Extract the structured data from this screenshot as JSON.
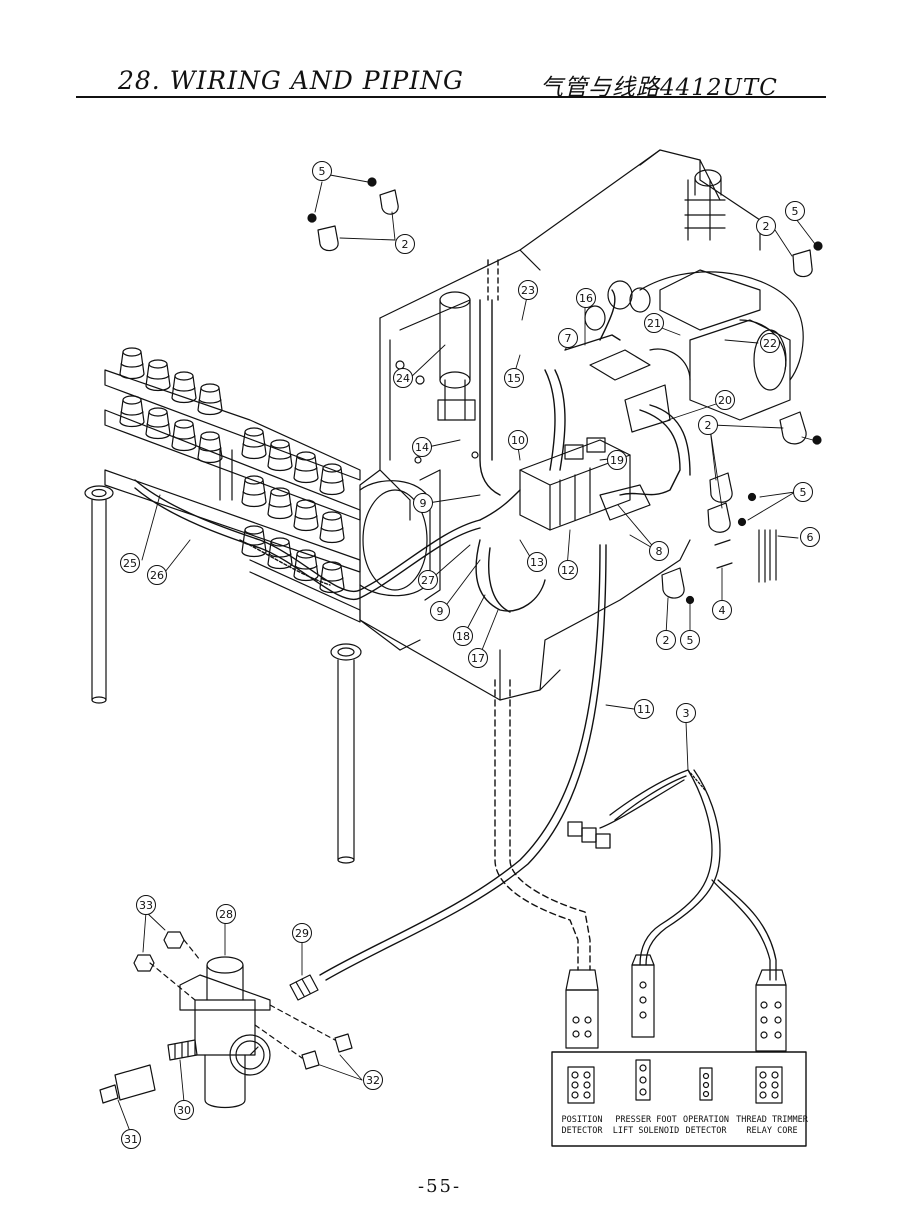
{
  "header": {
    "title_en": "28. WIRING AND PIPING",
    "title_zh": "气管与线路4412UTC"
  },
  "callouts": [
    {
      "id": "c5a",
      "label": "5"
    },
    {
      "id": "c2a",
      "label": "2"
    },
    {
      "id": "c2b",
      "label": "2"
    },
    {
      "id": "c5b",
      "label": "5"
    },
    {
      "id": "c23",
      "label": "23"
    },
    {
      "id": "c16",
      "label": "16"
    },
    {
      "id": "c7",
      "label": "7"
    },
    {
      "id": "c21",
      "label": "21"
    },
    {
      "id": "c22",
      "label": "22"
    },
    {
      "id": "c24",
      "label": "24"
    },
    {
      "id": "c15",
      "label": "15"
    },
    {
      "id": "c20",
      "label": "20"
    },
    {
      "id": "c14",
      "label": "14"
    },
    {
      "id": "c10",
      "label": "10"
    },
    {
      "id": "c19",
      "label": "19"
    },
    {
      "id": "c2c",
      "label": "2"
    },
    {
      "id": "c5c",
      "label": "5"
    },
    {
      "id": "c9a",
      "label": "9"
    },
    {
      "id": "c6",
      "label": "6"
    },
    {
      "id": "c8",
      "label": "8"
    },
    {
      "id": "c13",
      "label": "13"
    },
    {
      "id": "c12",
      "label": "12"
    },
    {
      "id": "c25",
      "label": "25"
    },
    {
      "id": "c26",
      "label": "26"
    },
    {
      "id": "c27",
      "label": "27"
    },
    {
      "id": "c9b",
      "label": "9"
    },
    {
      "id": "c4",
      "label": "4"
    },
    {
      "id": "c18",
      "label": "18"
    },
    {
      "id": "c17",
      "label": "17"
    },
    {
      "id": "c2d",
      "label": "2"
    },
    {
      "id": "c5d",
      "label": "5"
    },
    {
      "id": "c11",
      "label": "11"
    },
    {
      "id": "c3",
      "label": "3"
    },
    {
      "id": "c33",
      "label": "33"
    },
    {
      "id": "c28",
      "label": "28"
    },
    {
      "id": "c29",
      "label": "29"
    },
    {
      "id": "c32",
      "label": "32"
    },
    {
      "id": "c30",
      "label": "30"
    },
    {
      "id": "c31",
      "label": "31"
    }
  ],
  "connectors": [
    {
      "line1": "POSITION",
      "line2": "DETECTOR"
    },
    {
      "line1": "PRESSER FOOT",
      "line2": "LIFT SOLENOID"
    },
    {
      "line1": "OPERATION",
      "line2": "DETECTOR"
    },
    {
      "line1": "THREAD TRIMMER",
      "line2": "RELAY CORE"
    }
  ],
  "page_number": "-55-"
}
